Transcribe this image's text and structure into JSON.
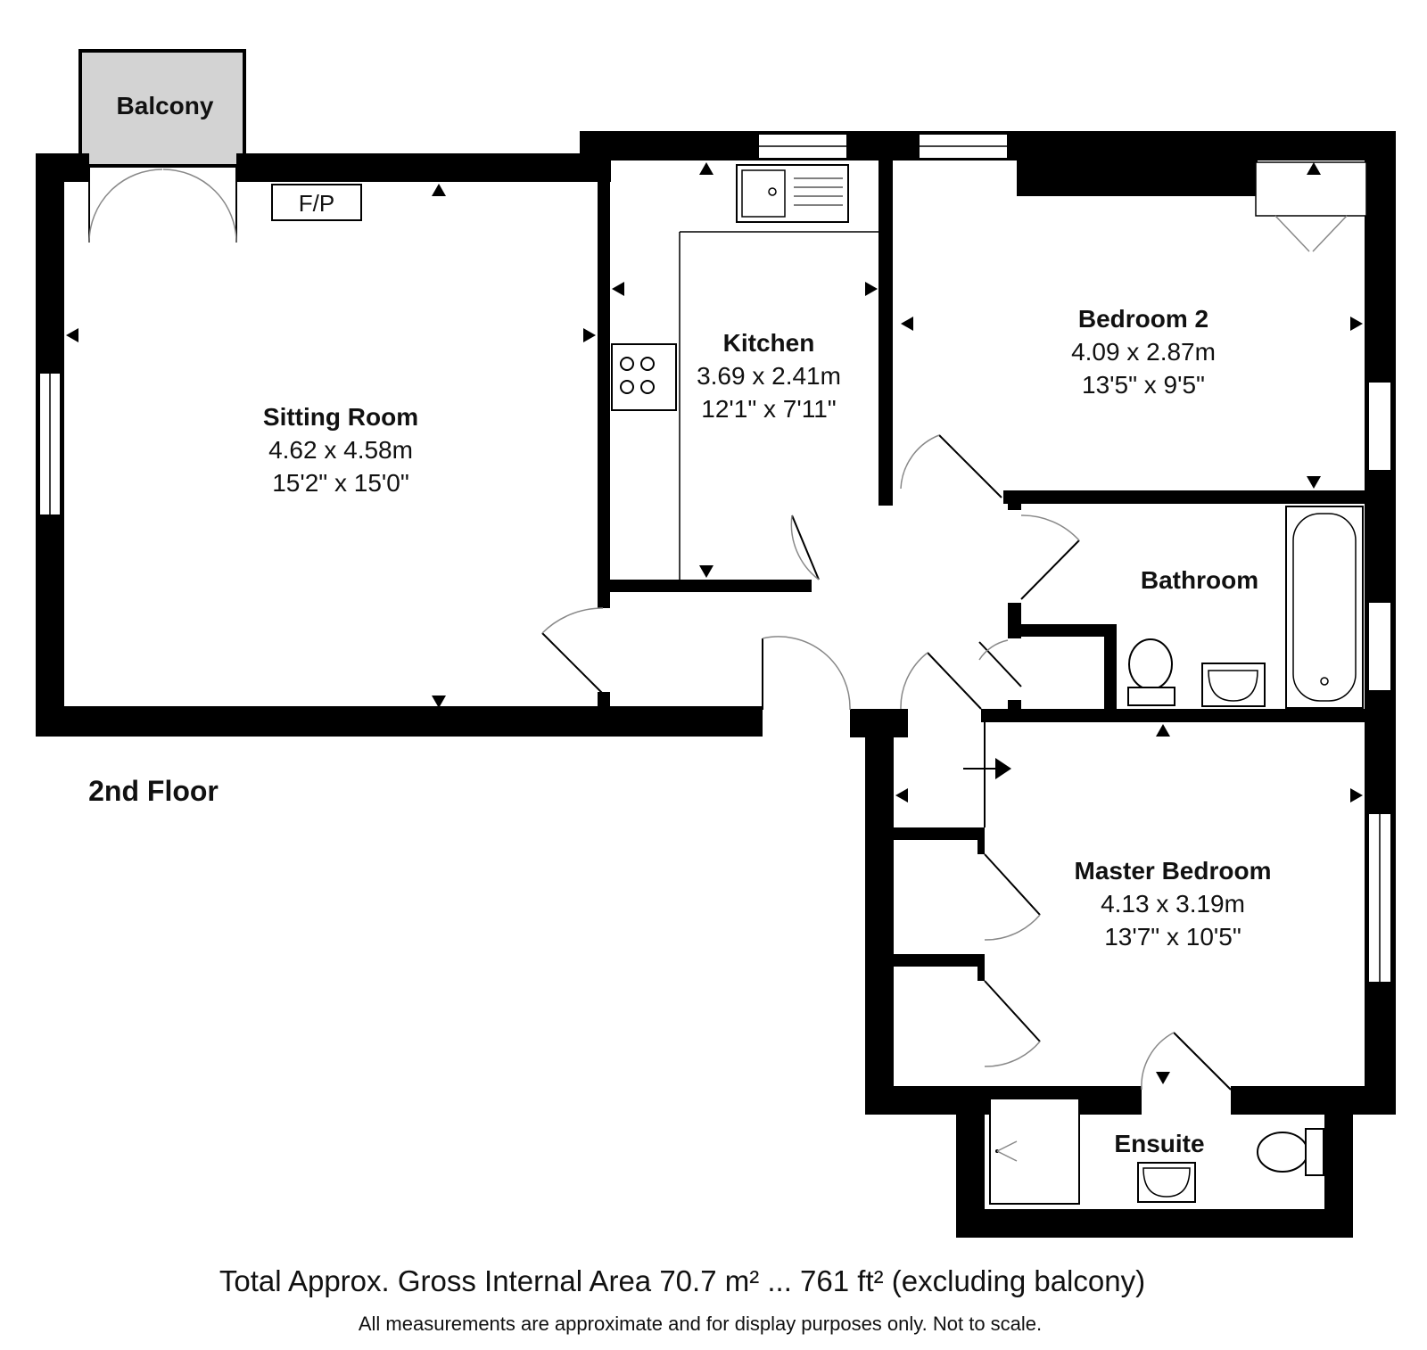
{
  "floor_label": "2nd Floor",
  "balcony_label": "Balcony",
  "fireplace_label": "F/P",
  "rooms": [
    {
      "name": "Sitting Room",
      "metric": "4.62 x 4.58m",
      "imperial": "15'2\" x 15'0\""
    },
    {
      "name": "Kitchen",
      "metric": "3.69 x 2.41m",
      "imperial": "12'1\" x 7'11\""
    },
    {
      "name": "Bedroom 2",
      "metric": "4.09 x 2.87m",
      "imperial": "13'5\" x 9'5\""
    },
    {
      "name": "Bathroom"
    },
    {
      "name": "Master Bedroom",
      "metric": "4.13 x 3.19m",
      "imperial": "13'7\" x 10'5\""
    },
    {
      "name": "Ensuite"
    }
  ],
  "footer": {
    "area": "Total Approx. Gross Internal Area 70.7 m² ... 761 ft² (excluding balcony)",
    "disclaimer": "All measurements are approximate and for display purposes only. Not to scale."
  },
  "colors": {
    "wall": "#000000",
    "balcony_fill": "#d3d3d3",
    "door_arc": "#888888"
  }
}
